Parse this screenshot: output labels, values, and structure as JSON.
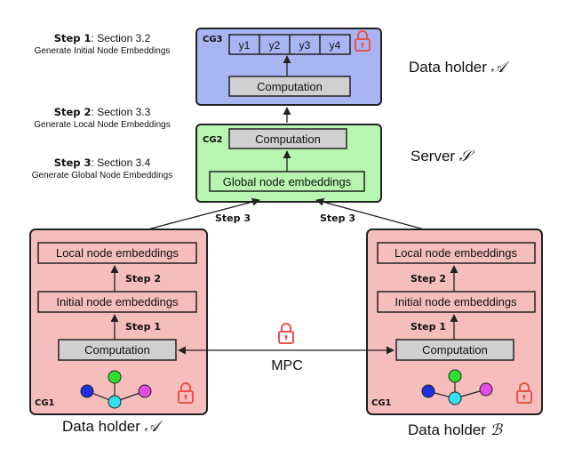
{
  "steps": [
    {
      "bold": "Step 1",
      "section": ": Section 3.2",
      "desc": "Generate Initial Node Embeddings"
    },
    {
      "bold": "Step 2",
      "section": ": Section 3.3",
      "desc": "Generate Local Node Embeddings"
    },
    {
      "bold": "Step 3",
      "section": ": Section 3.4",
      "desc": "Generate Global Node Embeddings"
    }
  ],
  "cg3": {
    "tag": "CG3",
    "outputs": [
      "y1",
      "y2",
      "y3",
      "y4"
    ],
    "computation": "Computation",
    "holder_prefix": "Data holder ",
    "holder_symbol": "𝒜",
    "fill": "#a9b4f3"
  },
  "cg2": {
    "tag": "CG2",
    "computation": "Computation",
    "global": "Global node embeddings",
    "holder_prefix": "Server ",
    "holder_symbol": "𝒮",
    "fill": "#b8f5b0"
  },
  "cg1_a": {
    "tag": "CG1",
    "local": "Local node embeddings",
    "initial": "Initial node embeddings",
    "computation": "Computation",
    "step1": "Step 1",
    "step2": "Step 2",
    "step3": "Step 3",
    "holder_prefix": "Data holder ",
    "holder_symbol": "𝒜",
    "fill": "#f6bdbd"
  },
  "cg1_b": {
    "tag": "CG1",
    "local": "Local node embeddings",
    "initial": "Initial node embeddings",
    "computation": "Computation",
    "step1": "Step 1",
    "step2": "Step 2",
    "step3": "Step 3",
    "holder_prefix": "Data holder ",
    "holder_symbol": "ℬ",
    "fill": "#f6bdbd"
  },
  "mpc": "MPC",
  "colors": {
    "box_gray": "#d0d0d0",
    "lock_red": "#e8534a",
    "node_blue": "#1f2fe0",
    "node_green": "#2ee02e",
    "node_cyan": "#33e0ee",
    "node_magenta": "#e54be5"
  },
  "icons": [
    "lock-icon",
    "graph-icon"
  ]
}
